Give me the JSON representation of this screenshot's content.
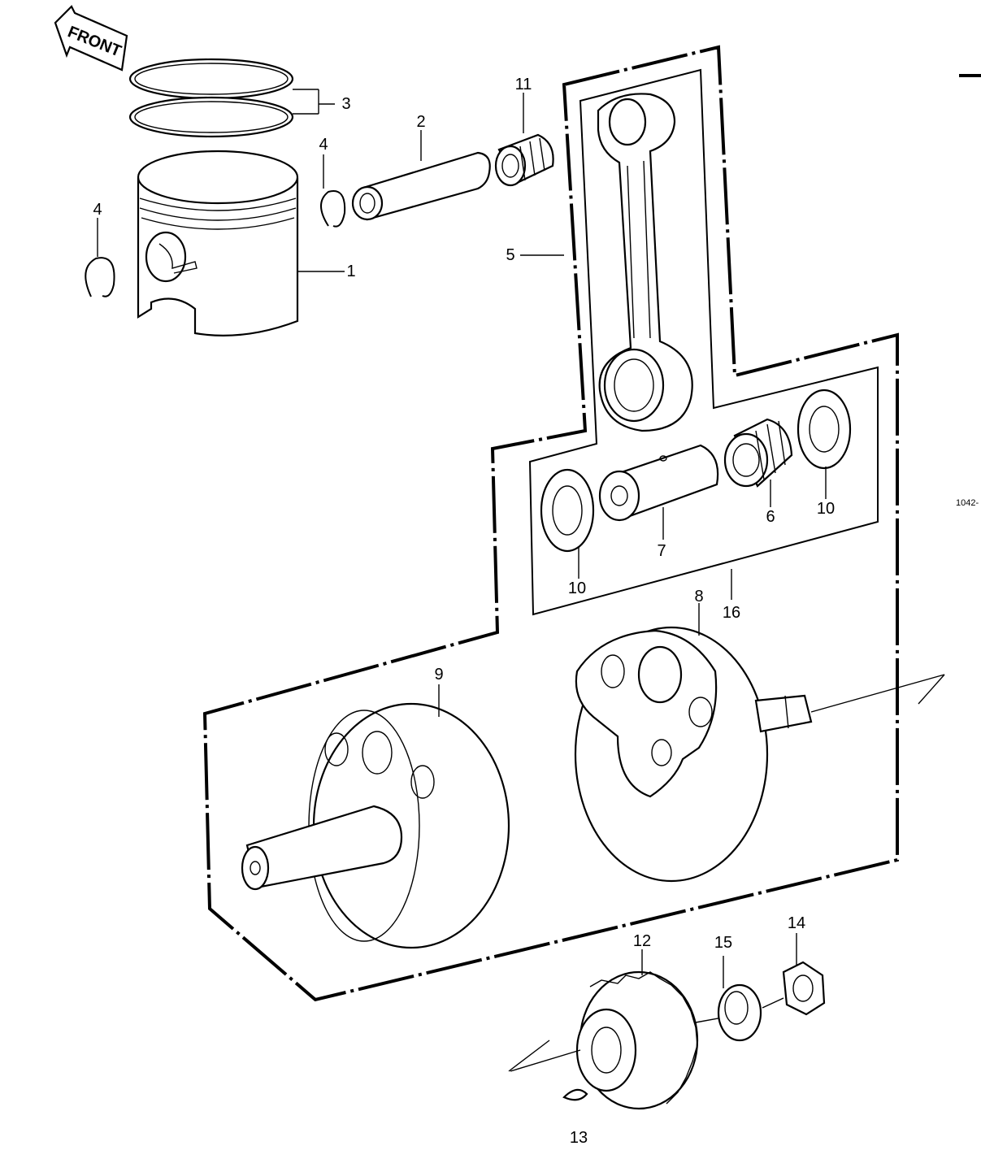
{
  "diagram": {
    "front_label": "FRONT",
    "ref_code": "1042-",
    "colors": {
      "line": "#000000",
      "background": "#ffffff"
    },
    "callouts": [
      {
        "id": "c1",
        "text": "1"
      },
      {
        "id": "c2",
        "text": "2"
      },
      {
        "id": "c3",
        "text": "3"
      },
      {
        "id": "c4a",
        "text": "4"
      },
      {
        "id": "c4b",
        "text": "4"
      },
      {
        "id": "c5",
        "text": "5"
      },
      {
        "id": "c6",
        "text": "6"
      },
      {
        "id": "c7",
        "text": "7"
      },
      {
        "id": "c8",
        "text": "8"
      },
      {
        "id": "c9",
        "text": "9"
      },
      {
        "id": "c10a",
        "text": "10"
      },
      {
        "id": "c10b",
        "text": "10"
      },
      {
        "id": "c11",
        "text": "11"
      },
      {
        "id": "c12",
        "text": "12"
      },
      {
        "id": "c13",
        "text": "13"
      },
      {
        "id": "c14",
        "text": "14"
      },
      {
        "id": "c15",
        "text": "15"
      },
      {
        "id": "c16",
        "text": "16"
      }
    ]
  }
}
